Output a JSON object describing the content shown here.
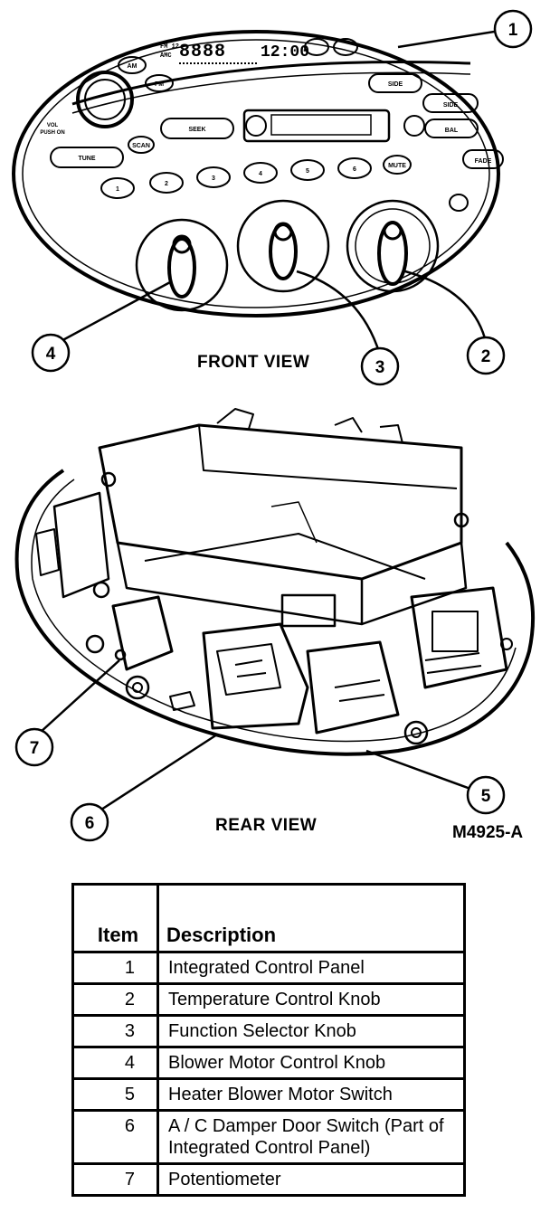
{
  "front_view": {
    "label": "FRONT VIEW",
    "display": {
      "band_top": "FM 12",
      "band_bottom": "AMC",
      "time": "12:00"
    },
    "buttons": [
      "AM",
      "FM",
      "VOL PUSH ON",
      "SEEK",
      "TUNE",
      "SCAN",
      "SIDE",
      "BAL",
      "FADE",
      "MUTE",
      "1",
      "2",
      "3",
      "4",
      "5",
      "6"
    ]
  },
  "rear_view": {
    "label": "REAR VIEW"
  },
  "figure_code": "M4925-A",
  "callouts": [
    "1",
    "2",
    "3",
    "4",
    "5",
    "6",
    "7"
  ],
  "table": {
    "headers": {
      "item": "Item",
      "description": "Description"
    },
    "rows": [
      {
        "item": "1",
        "description": "Integrated Control Panel"
      },
      {
        "item": "2",
        "description": "Temperature Control Knob"
      },
      {
        "item": "3",
        "description": "Function Selector Knob"
      },
      {
        "item": "4",
        "description": "Blower Motor Control Knob"
      },
      {
        "item": "5",
        "description": "Heater Blower Motor Switch"
      },
      {
        "item": "6",
        "description": "A / C Damper Door Switch (Part of Integrated Control Panel)"
      },
      {
        "item": "7",
        "description": "Potentiometer"
      }
    ]
  }
}
